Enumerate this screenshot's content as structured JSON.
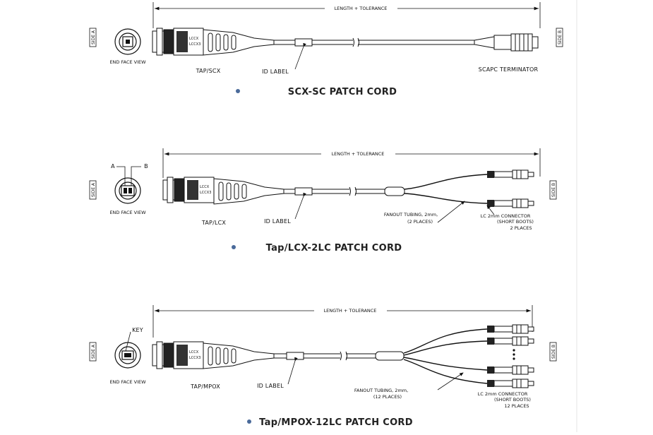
{
  "cords": [
    {
      "title": "SCX-SC PATCH CORD",
      "length_label": "LENGTH + TOLERANCE",
      "side_a": "SIDE A",
      "side_b": "SIDE B",
      "end_face": "END FACE VIEW",
      "connector": "TAP/SCX",
      "id_label": "ID LABEL",
      "terminator": "SCAPC TERMINATOR"
    },
    {
      "title": "Tap/LCX-2LC PATCH CORD",
      "length_label": "LENGTH + TOLERANCE",
      "side_a": "SIDE A",
      "side_b": "SIDE B",
      "end_face": "END FACE VIEW",
      "key_a": "A",
      "key_b": "B",
      "connector": "TAP/LCX",
      "id_label": "ID LABEL",
      "fanout_1": "FANOUT TUBING, 2mm,",
      "fanout_2": "(2 PLACES)",
      "lc_1": "LC 2mm CONNECTOR",
      "lc_2": "(SHORT BOOTS)",
      "lc_3": "2 PLACES",
      "connector_logo_1": "LCCX",
      "connector_logo_2": "LCCX3"
    },
    {
      "title": "Tap/MPOX-12LC PATCH CORD",
      "length_label": "LENGTH + TOLERANCE",
      "side_a": "SIDE A",
      "side_b": "SIDE B",
      "end_face": "END FACE VIEW",
      "key": "KEY",
      "connector": "TAP/MPOX",
      "id_label": "ID LABEL",
      "fanout_1": "FANOUT TUBING, 2mm,",
      "fanout_2": "(12 PLACES)",
      "lc_1": "LC 2mm CONNECTOR",
      "lc_2": "(SHORT BOOTS)",
      "lc_3": "12 PLACES"
    }
  ]
}
